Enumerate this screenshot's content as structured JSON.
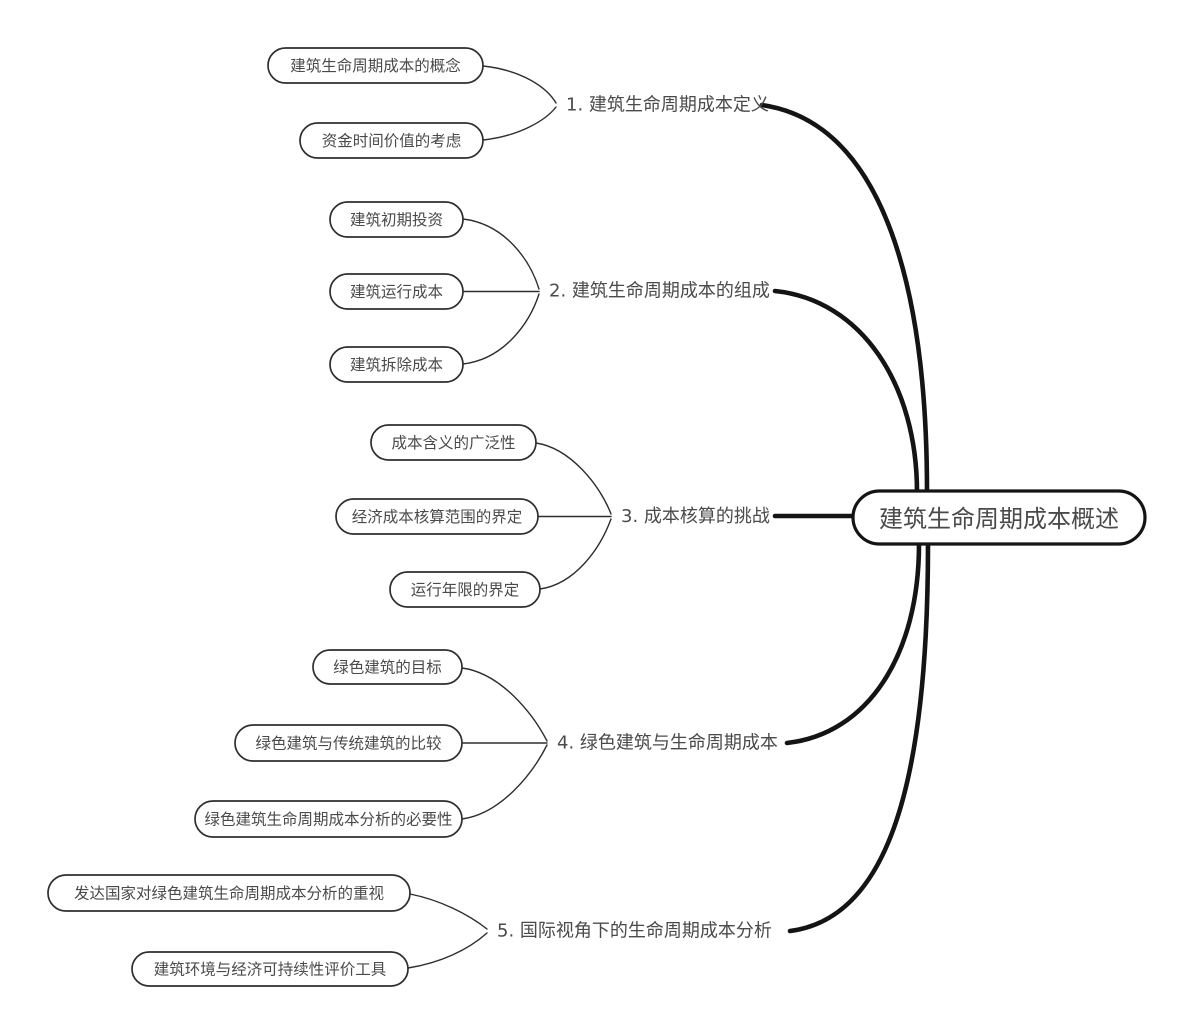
{
  "root": {
    "label": "建筑生命周期成本概述"
  },
  "branches": [
    {
      "label": "1. 建筑生命周期成本定义",
      "children": [
        "建筑生命周期成本的概念",
        "资金时间价值的考虑"
      ]
    },
    {
      "label": "2. 建筑生命周期成本的组成",
      "children": [
        "建筑初期投资",
        "建筑运行成本",
        "建筑拆除成本"
      ]
    },
    {
      "label": "3. 成本核算的挑战",
      "children": [
        "成本含义的广泛性",
        "经济成本核算范围的界定",
        "运行年限的界定"
      ]
    },
    {
      "label": "4. 绿色建筑与生命周期成本",
      "children": [
        "绿色建筑的目标",
        "绿色建筑与传统建筑的比较",
        "绿色建筑生命周期成本分析的必要性"
      ]
    },
    {
      "label": "5. 国际视角下的生命周期成本分析",
      "children": [
        "发达国家对绿色建筑生命周期成本分析的重视",
        "建筑环境与经济可持续性评价工具"
      ]
    }
  ],
  "colors": {
    "background": "#ffffff",
    "node-fill": "#ffffff",
    "node-border": "#2e2e2e",
    "edge": "#141414",
    "text": "#4a4a4a"
  }
}
